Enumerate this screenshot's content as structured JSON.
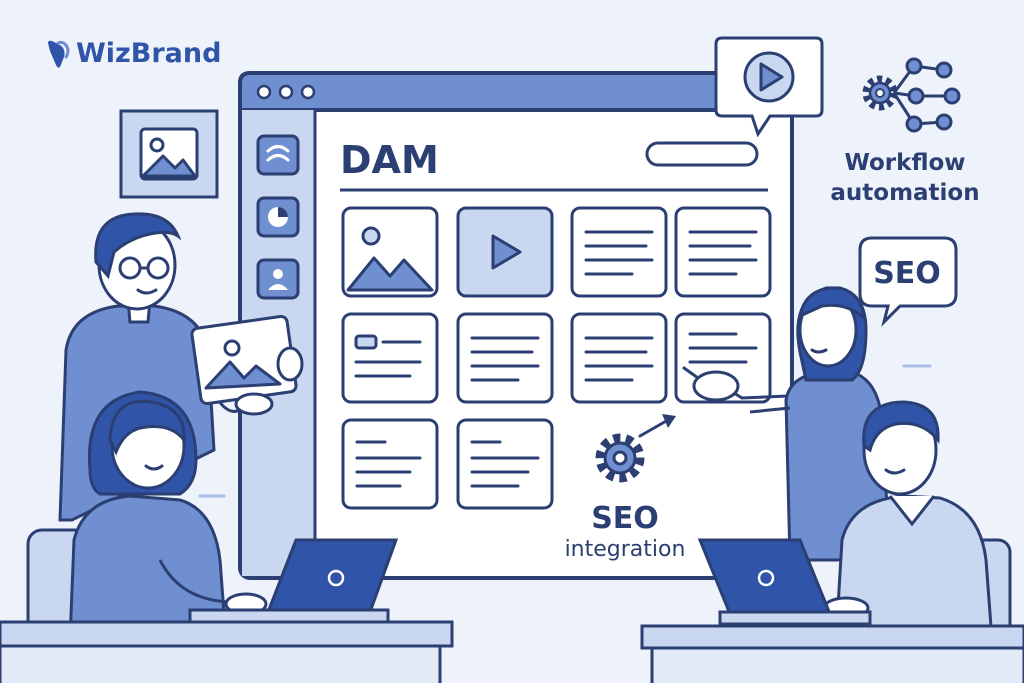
{
  "logo": {
    "text": "WizBrand"
  },
  "window": {
    "title": "DAM"
  },
  "labels": {
    "workflow_line1": "Workflow",
    "workflow_line2": "automation",
    "seo_bubble": "SEO",
    "seo_integration_line1": "SEO",
    "seo_integration_line2": "integration"
  },
  "colors": {
    "primary": "#2f54a8",
    "ink": "#2b3f73",
    "light": "#c9d7f1",
    "background": "#eef3fb"
  },
  "icons": [
    "image-icon",
    "play-icon",
    "document-icon",
    "gear-icon",
    "network-icon",
    "pie-chart-icon",
    "user-icon",
    "laptop-icon"
  ]
}
